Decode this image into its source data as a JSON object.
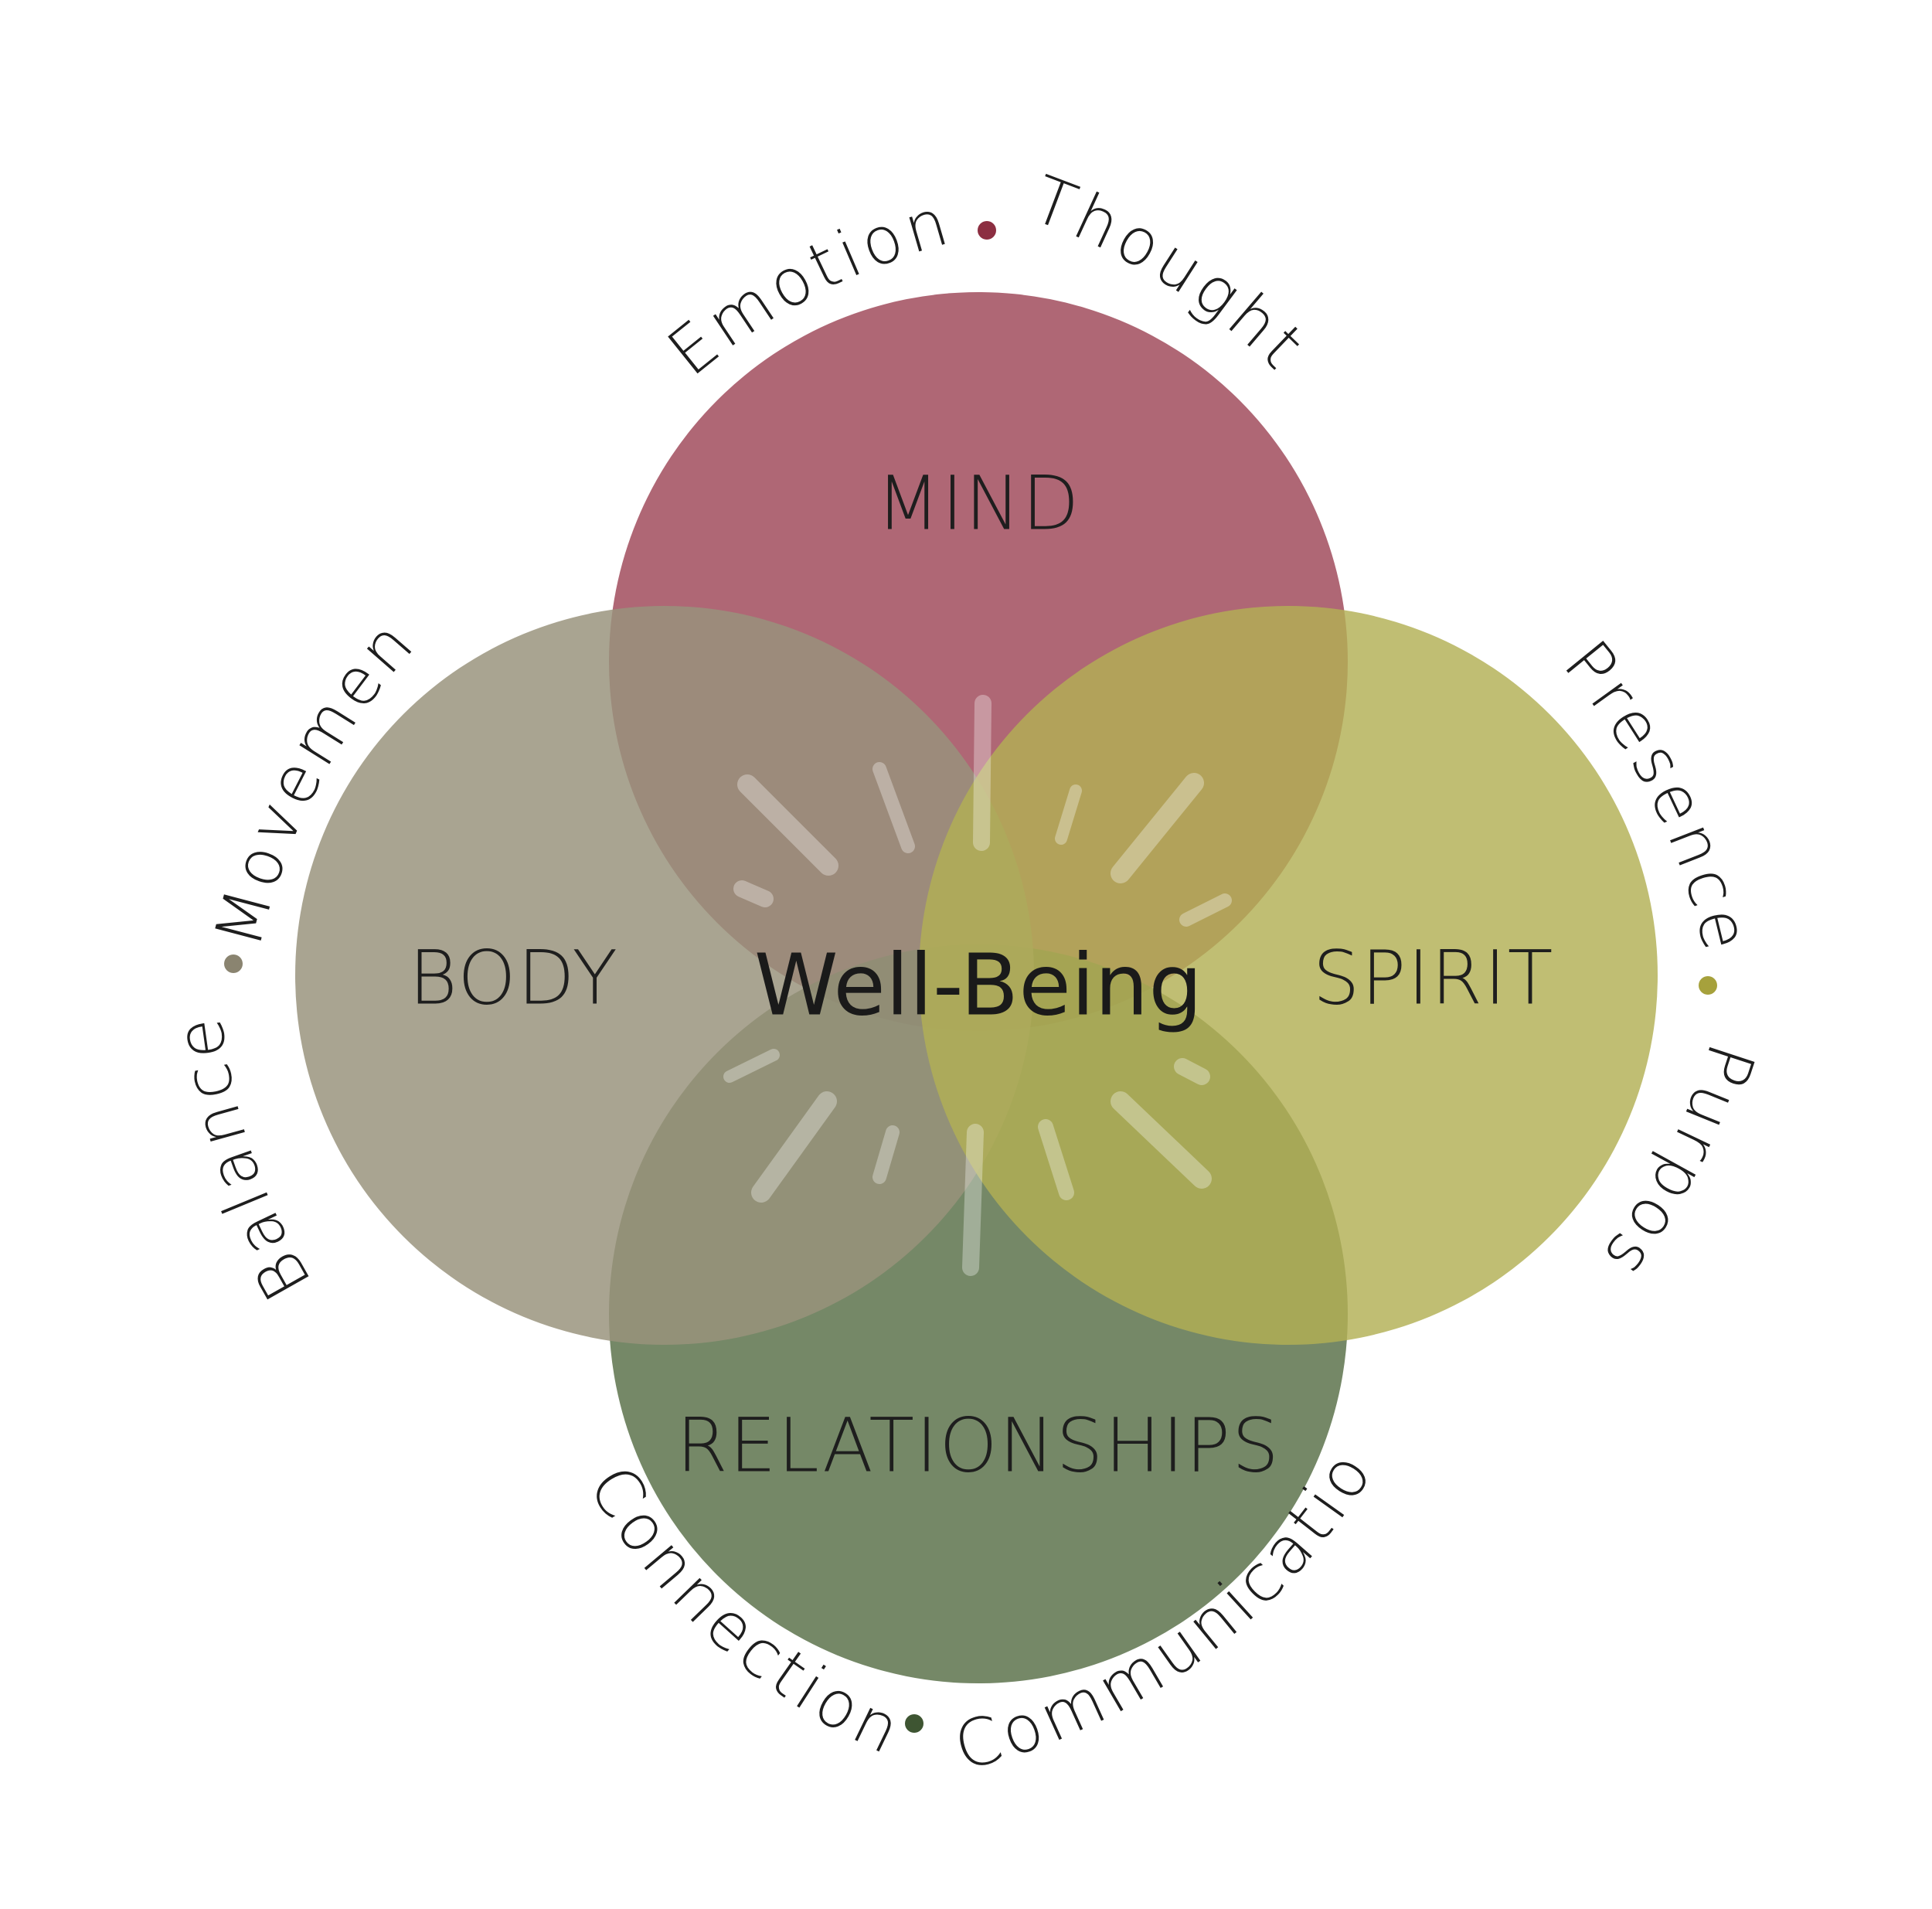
{
  "center_label": "Well-Being",
  "colors": {
    "mind": "#a04a5a",
    "body": "#98927c",
    "spirit": "#b2b054",
    "relationships": "#5a714a",
    "mind_dot": "#8c2e41",
    "body_dot": "#8a8470",
    "spirit_dot": "#a6a13c",
    "relationships_dot": "#3e5532"
  },
  "circles": {
    "mind": {
      "label": "MIND",
      "words": [
        "Emotions",
        "Thoughts"
      ]
    },
    "body": {
      "label": "BODY",
      "words": [
        "Balance",
        "Movement"
      ]
    },
    "spirit": {
      "label": "SPIRIT",
      "words": [
        "Presence",
        "Purpose"
      ]
    },
    "relationships": {
      "label": "RELATIONSHIPS",
      "words": [
        "Connection",
        "Communication"
      ]
    }
  }
}
